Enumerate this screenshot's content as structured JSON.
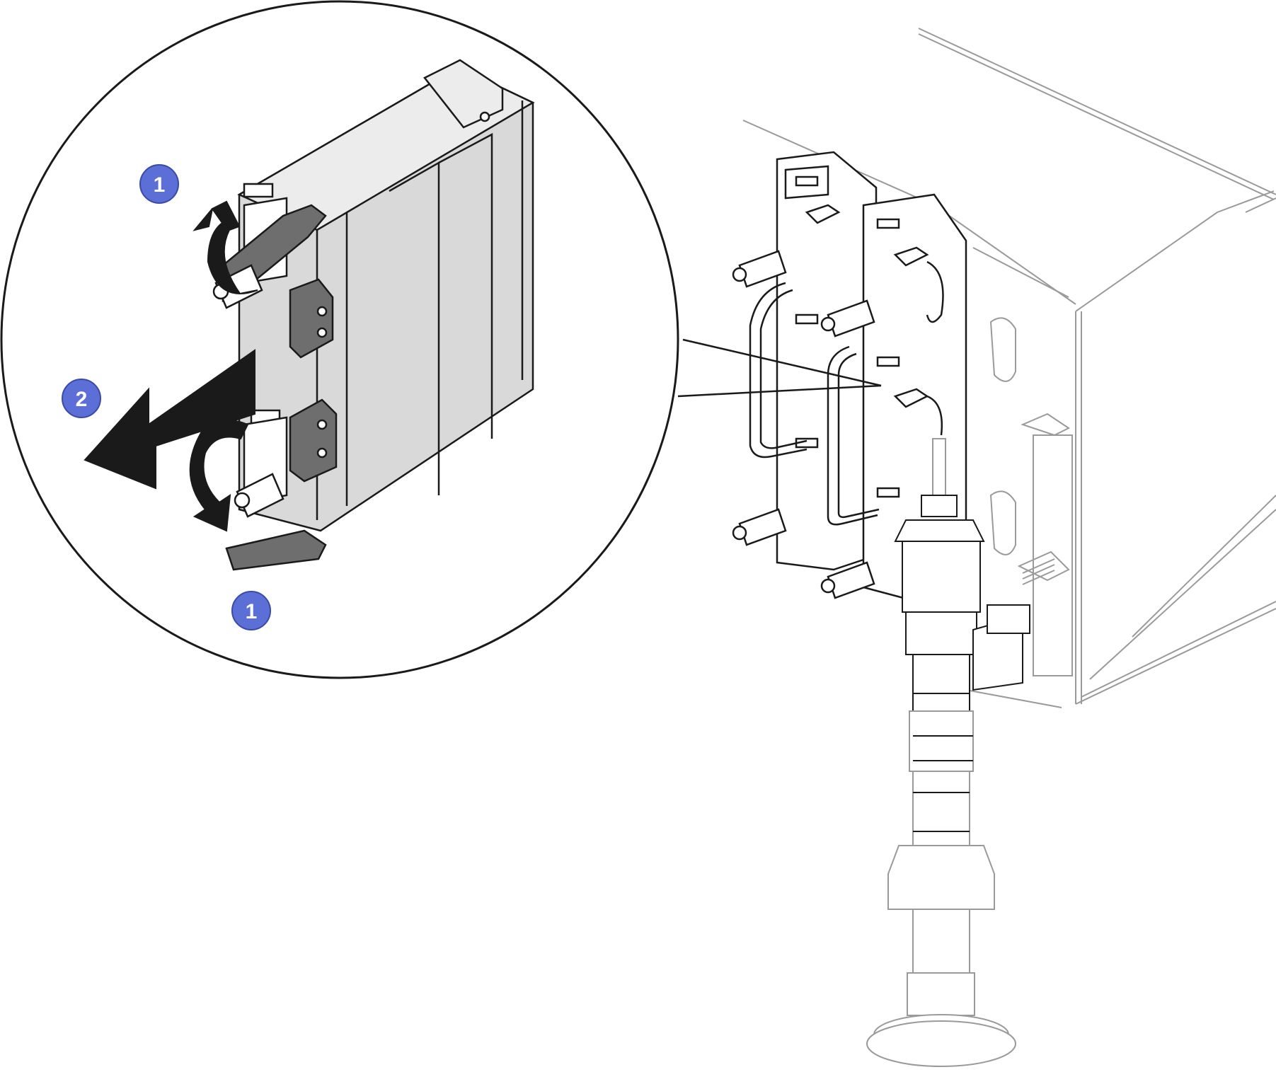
{
  "figure": {
    "colors": {
      "line": "#1a1a1a",
      "light_line": "#9a9a9a",
      "panel_fill": "#d9d9d9",
      "handle_fill": "#6e6e6e",
      "arrow_fill": "#1a1a1a",
      "callout_fill": "#5b6fd6",
      "background": "#ffffff"
    },
    "callouts": [
      {
        "label": "1",
        "meaning": "open-handles-top"
      },
      {
        "label": "2",
        "meaning": "pull-out"
      },
      {
        "label": "1",
        "meaning": "open-handles-bottom"
      }
    ]
  }
}
